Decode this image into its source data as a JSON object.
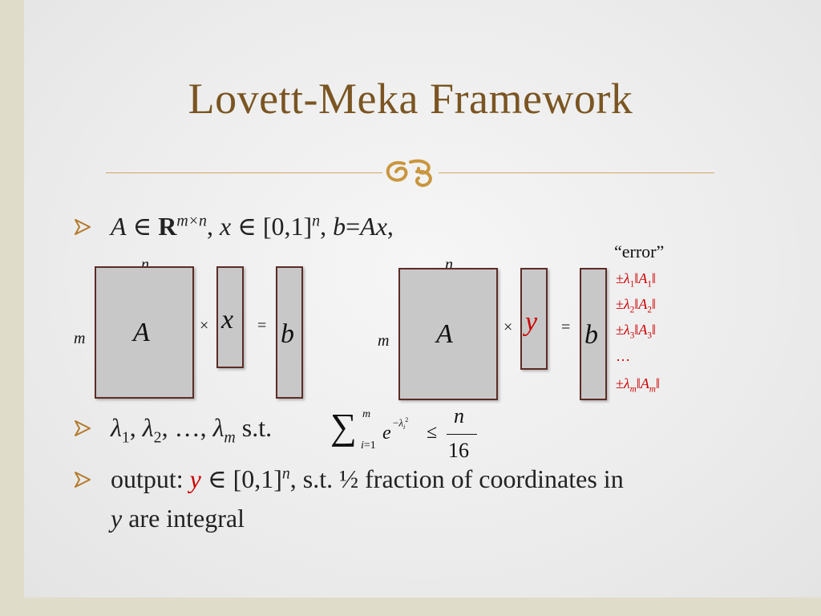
{
  "title": "Lovett-Meka Framework",
  "bullet1": {
    "A": "A",
    "in1": " ∈ ",
    "R": "R",
    "dims": "m×n",
    "comma1": ", ",
    "x": "x",
    "in2": " ∈ [0,1]",
    "n": "n",
    "comma2": ", ",
    "b": "b",
    "eq": "=",
    "Ax": "Ax",
    "comma3": ","
  },
  "diagram_left": {
    "n_label": "n",
    "m_label": "m",
    "A_label": "A",
    "times": "×",
    "x_label": "x",
    "equals": "=",
    "b_label": "b"
  },
  "diagram_right": {
    "n_label": "n",
    "m_label": "m",
    "A_label": "A",
    "times": "×",
    "y_label": "y",
    "equals": "=",
    "b_label": "b"
  },
  "error": {
    "heading": "“error”",
    "rows": [
      {
        "pm": "±",
        "lam": "λ",
        "sub": "1",
        "norm_a": "‖",
        "A": "A",
        "asub": "1",
        "norm_b": "‖"
      },
      {
        "pm": "±",
        "lam": "λ",
        "sub": "2",
        "norm_a": "‖",
        "A": "A",
        "asub": "2",
        "norm_b": "‖"
      },
      {
        "pm": "±",
        "lam": "λ",
        "sub": "3",
        "norm_a": "‖",
        "A": "A",
        "asub": "3",
        "norm_b": "‖"
      },
      {
        "dots": "…"
      },
      {
        "pm": "±",
        "lam": "λ",
        "sub": "m",
        "norm_a": "‖",
        "A": "A",
        "asub": "m",
        "norm_b": "‖"
      }
    ]
  },
  "bullet2": {
    "l1": "λ",
    "s1": "1",
    "c1": ", ",
    "l2": "λ",
    "s2": "2",
    "c2": ", …, ",
    "lm": "λ",
    "sm": "m",
    "st": " s.t.",
    "sigma": "∑",
    "sum_upper": "m",
    "sum_lower_i": "i",
    "sum_lower_eq": "=1",
    "e": "e",
    "exp_minus": "−",
    "exp_lam": "λ",
    "exp_sub": "i",
    "exp_sup": "2",
    "le": "≤",
    "num": "n",
    "den": "16"
  },
  "bullet3": {
    "pre": "output: ",
    "y": "y",
    "mid": " ∈ [0,1]",
    "n": "n",
    "post": ", s.t. ½ fraction of coordinates in",
    "line2_y": "y",
    "line2": " are integral"
  },
  "colors": {
    "title": "#7a5522",
    "accent_rule": "#d1a760",
    "box_fill": "#c8c8c8",
    "box_border": "#5c2c26",
    "highlight": "#cc0000",
    "bullet": "#b47a2c"
  }
}
